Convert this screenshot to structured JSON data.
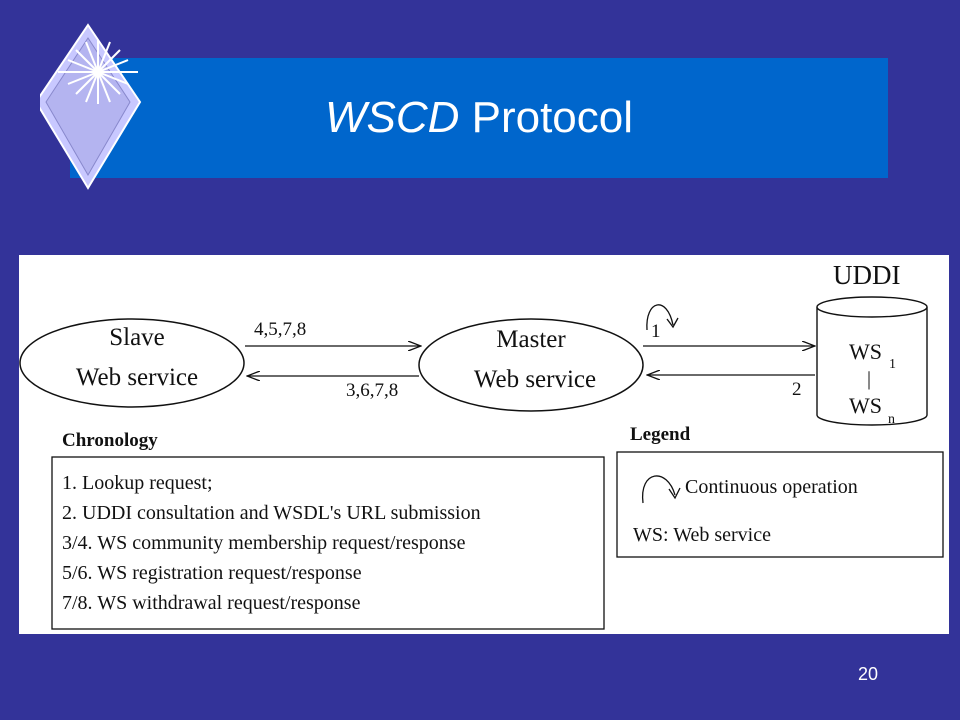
{
  "slide": {
    "title_italic": "WSCD",
    "title_rest": " Protocol",
    "number": "20"
  },
  "diagram": {
    "slave": {
      "line1": "Slave",
      "line2": "Web service"
    },
    "master": {
      "line1": "Master",
      "line2": "Web service"
    },
    "uddi": {
      "label": "UDDI",
      "ws": "WS",
      "sub1": "1",
      "sep": "|",
      "subn": "n"
    },
    "arrows": {
      "slave_to_master": "4,5,7,8",
      "master_to_slave": "3,6,7,8",
      "master_to_uddi": "1",
      "uddi_to_master": "2"
    },
    "chronology": {
      "heading": "Chronology",
      "items": [
        "1. Lookup request;",
        "2. UDDI consultation and WSDL's URL submission",
        "3/4. WS community membership request/response",
        "5/6. WS registration request/response",
        "7/8. WS withdrawal request/response"
      ]
    },
    "legend": {
      "heading": "Legend",
      "continuous": "Continuous operation",
      "ws_def": "WS: Web service"
    }
  },
  "colors": {
    "background": "#333399",
    "title_band": "#0066cc",
    "figure_bg": "#ffffff"
  }
}
